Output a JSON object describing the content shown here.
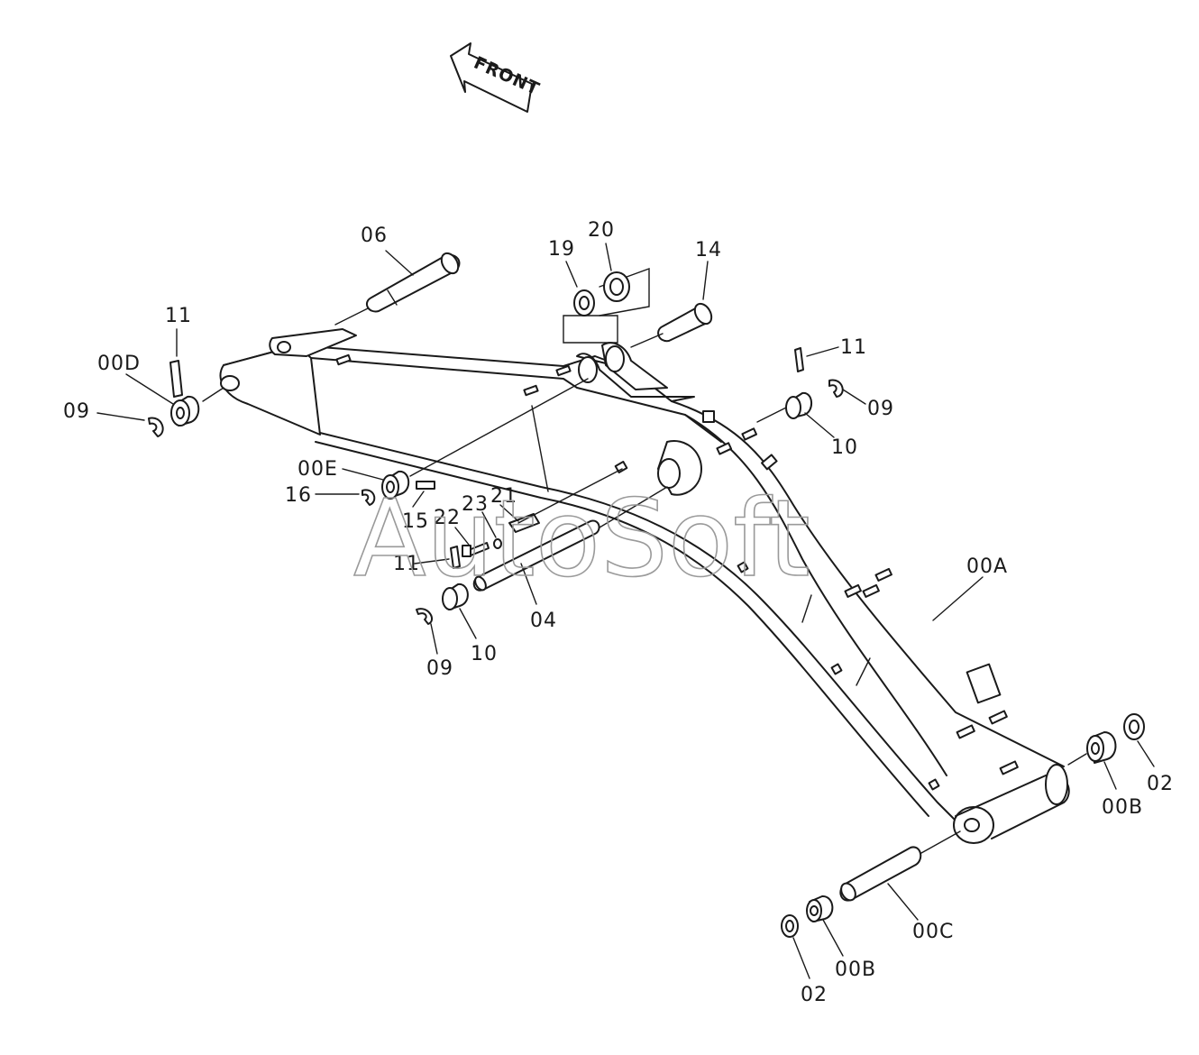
{
  "direction_label": "FRONT",
  "watermark": "AutoSoft",
  "callouts": {
    "c06": "06",
    "c19": "19",
    "c20": "20",
    "c14": "14",
    "c11_top_left": "11",
    "c00D": "00D",
    "c09_left": "09",
    "c11_right": "11",
    "c09_right": "09",
    "c10_right": "10",
    "c00E": "00E",
    "c16": "16",
    "c15": "15",
    "c22": "22",
    "c23": "23",
    "c21": "21",
    "c11_mid": "11",
    "c04": "04",
    "c10_mid": "10",
    "c09_mid": "09",
    "c00A": "00A",
    "c00B_right": "00B",
    "c02_right": "02",
    "c00C": "00C",
    "c00B_bottom": "00B",
    "c02_bottom": "02"
  }
}
